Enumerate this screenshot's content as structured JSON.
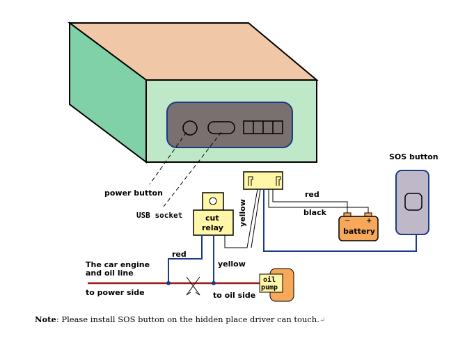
{
  "labels": {
    "power_button": "power button",
    "usb_socket": "USB socket",
    "sos_button": "SOS button",
    "cut_relay_line1": "cut",
    "cut_relay_line2": "relay",
    "battery": "battery",
    "battery_minus": "−",
    "battery_plus": "+",
    "oil_pump_line1": "oil",
    "oil_pump_line2": "pump",
    "wire_red_battery": "red",
    "wire_black": "black",
    "wire_yellow_vertical": "yellow",
    "wire_red_relay": "red",
    "wire_yellow_relay": "yellow",
    "engine_line1": "The car engine",
    "engine_line2": "and oil line",
    "power_side": "to power side",
    "oil_side": "to oil side"
  },
  "note": {
    "title": "Note",
    "text": ": Please install SOS button on the hidden place driver can touch.",
    "return_mark": "↵"
  },
  "colors": {
    "box_top": "#f0c8a8",
    "box_side": "#80d0a8",
    "box_front": "#bfe8c8",
    "panel": "#7a7070",
    "relay": "#fff6a8",
    "battery": "#f7a85a",
    "sos": "#bfb8c8",
    "wire_blue": "#1a3a8a",
    "line_red": "#a01818"
  }
}
